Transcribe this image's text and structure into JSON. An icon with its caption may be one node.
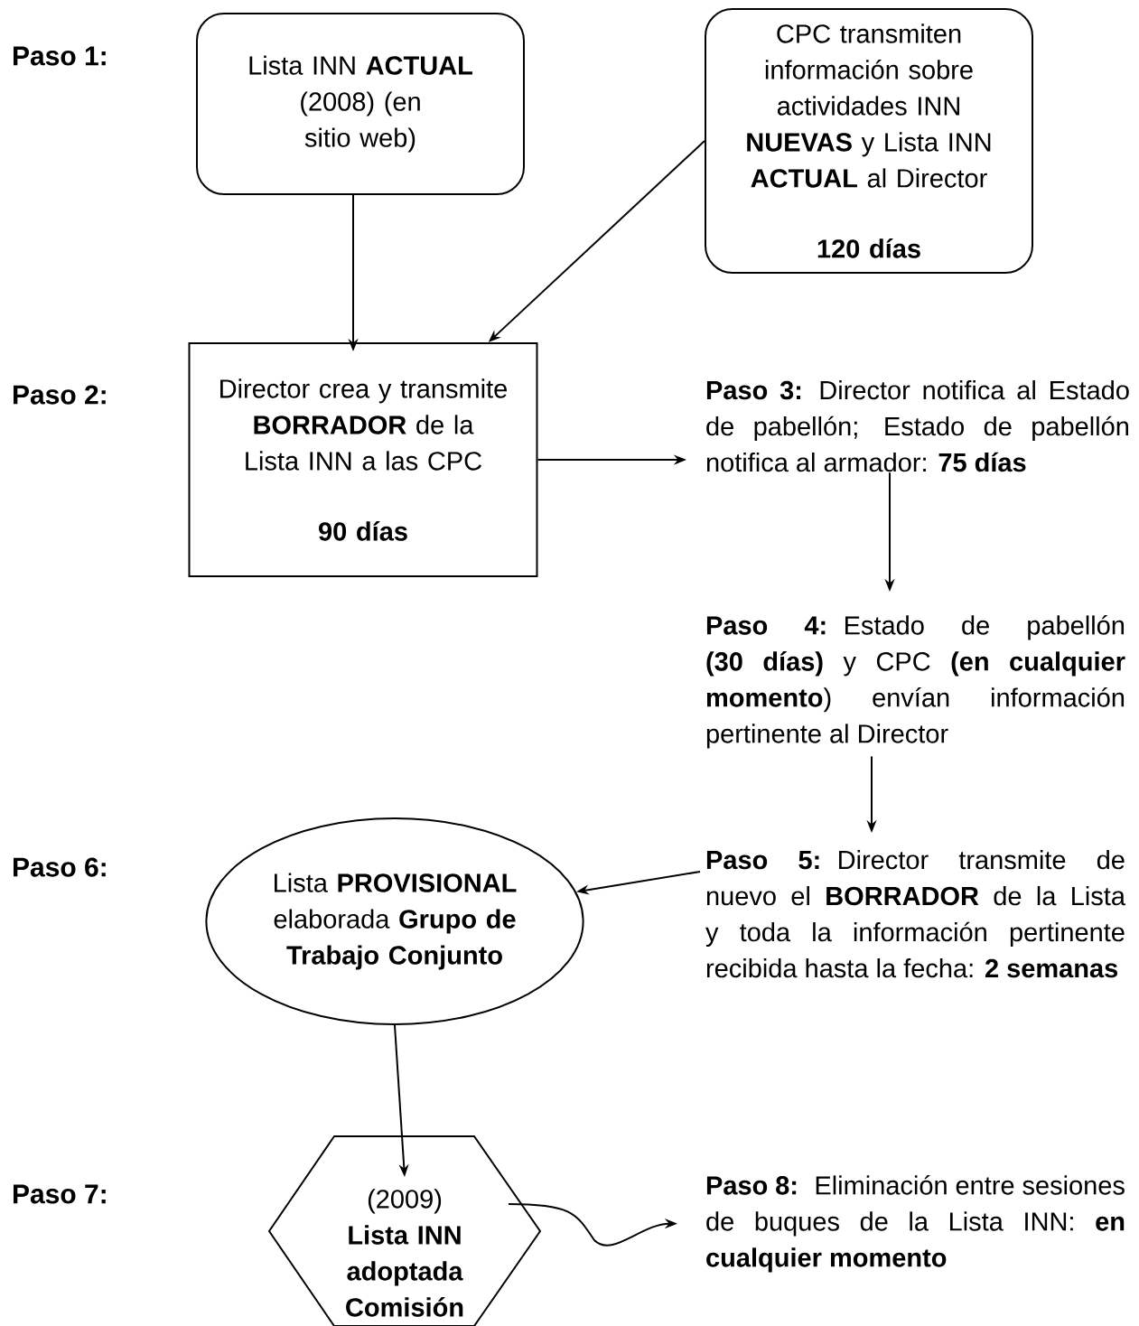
{
  "diagram": {
    "nodes": [
      {
        "text": [
          "Lista INN **ACTUAL** (2008) (en sitio web)"
        ]
      },
      {
        "text": [
          "CPC transmiten información sobre actividades INN **NUEVAS** y Lista INN **ACTUAL** al Director",
          "120 días"
        ]
      },
      {
        "text": [
          "Director crea y transmite **BORRADOR** de la Lista INN a las CPC",
          "90 días"
        ]
      },
      {
        "text": [
          "Paso 3:",
          "Director notifica al Estado de pabellón; Estado de pabellón notifica al armador: **75 días**"
        ]
      },
      {
        "text": [
          "Paso 4:",
          "Estado de pabellón **(30 días)** y CPC **(en cualquier momento**) envían información pertinente al Director"
        ]
      },
      {
        "text": [
          "Paso 5:",
          "Director transmite de nuevo el **BORRADOR** de la Lista y toda la información pertinente recibida hasta la fecha: **2 semanas**"
        ]
      },
      {
        "text": [
          "Lista **PROVISIONAL** elaborada **Grupo de Trabajo Conjunto**"
        ]
      },
      {
        "text": [
          "(2009) **Lista INN adoptada Comisión**"
        ]
      },
      {
        "text": [
          "Paso 8:",
          "Eliminación entre sesiones de buques de la Lista INN: **en cualquier momento**"
        ]
      }
    ],
    "edges": [
      {
        "from": 0,
        "to": 2,
        "arrow": "to"
      },
      {
        "from": 1,
        "to": 2,
        "arrow": "to"
      },
      {
        "from": 2,
        "to": 3,
        "arrow": "to"
      },
      {
        "from": 3,
        "to": 4,
        "arrow": "to"
      },
      {
        "from": 4,
        "to": 5,
        "arrow": "to"
      },
      {
        "from": 5,
        "to": 6,
        "arrow": "to"
      },
      {
        "from": 6,
        "to": 7,
        "arrow": "to"
      },
      {
        "from": 7,
        "to": 8,
        "arrow": "to"
      }
    ],
    "labels": [
      "Paso 1:",
      "Paso 2:",
      "Paso 6:",
      "Paso 7:"
    ]
  }
}
